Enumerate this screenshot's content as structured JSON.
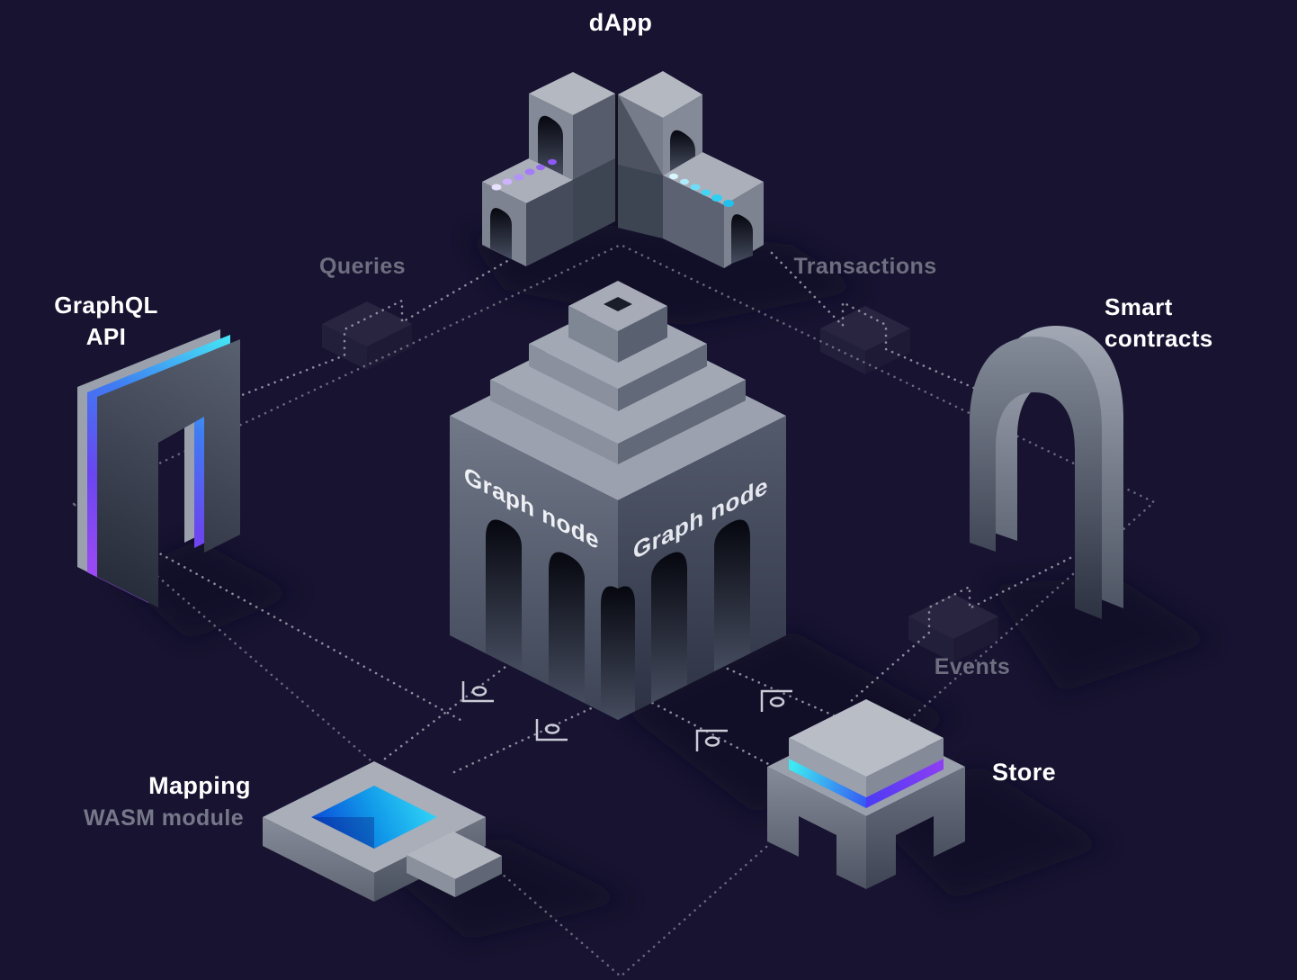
{
  "background_color": "#171330",
  "nodes": {
    "dapp": {
      "label": "dApp"
    },
    "graphql_api": {
      "label_line1": "GraphQL",
      "label_line2": "API"
    },
    "smart_contracts": {
      "label_line1": "Smart",
      "label_line2": "contracts"
    },
    "graph_node": {
      "label": "Graph node"
    },
    "mapping": {
      "label": "Mapping",
      "sublabel": "WASM module"
    },
    "store": {
      "label": "Store"
    }
  },
  "flows": {
    "queries": {
      "label": "Queries",
      "from": "GraphQL API",
      "to": "dApp"
    },
    "transactions": {
      "label": "Transactions",
      "from": "dApp",
      "to": "Smart contracts"
    },
    "events": {
      "label": "Events",
      "from": "Smart contracts",
      "to": "Store"
    }
  },
  "colors": {
    "label_white": "#ffffff",
    "label_gray": "#6e6e80",
    "accent_cyan": "#3fe3f2",
    "accent_blue": "#3b63f3",
    "accent_purple": "#9a4ff5",
    "pool_blue_dark": "#0846d8",
    "pool_cyan": "#2fd2f6",
    "dot_purple": "#b292fb",
    "dot_cyan": "#2fd4f6",
    "structure_light": "#b4b8c1",
    "structure_mid": "#848a97",
    "structure_dark": "#3d4452",
    "dotted_line": "#8c8d9e"
  },
  "icons": {
    "corner_marker": "corner-ruler-icon",
    "flow_marker": "translucent-step-cube"
  }
}
